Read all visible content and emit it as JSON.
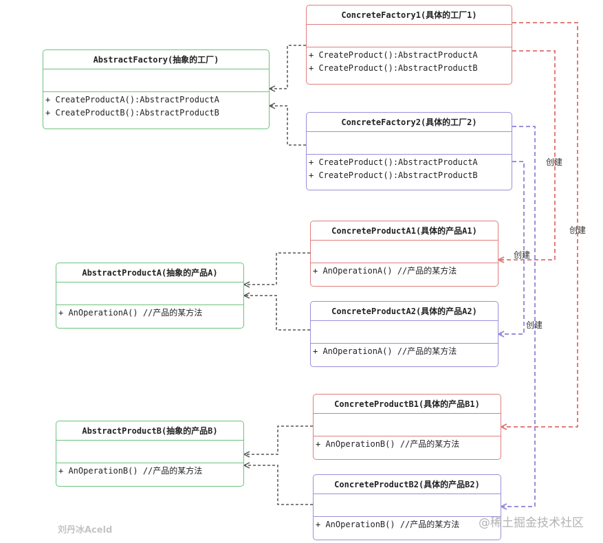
{
  "classes": {
    "abstract_factory": {
      "title": "AbstractFactory(抽象的工厂)",
      "ops": [
        "+ CreateProductA():AbstractProductA",
        "+ CreateProductB():AbstractProductB"
      ]
    },
    "concrete_factory1": {
      "title": "ConcreteFactory1(具体的工厂1)",
      "ops": [
        "+ CreateProduct():AbstractProductA",
        "+ CreateProduct():AbstractProductB"
      ]
    },
    "concrete_factory2": {
      "title": "ConcreteFactory2(具体的工厂2)",
      "ops": [
        "+ CreateProduct():AbstractProductA",
        "+ CreateProduct():AbstractProductB"
      ]
    },
    "abstract_product_a": {
      "title": "AbstractProductA(抽象的产品A)",
      "ops": [
        "+ AnOperationA() //产品的某方法"
      ]
    },
    "concrete_product_a1": {
      "title": "ConcreteProductA1(具体的产品A1)",
      "ops": [
        "+ AnOperationA() //产品的某方法"
      ]
    },
    "concrete_product_a2": {
      "title": "ConcreteProductA2(具体的产品A2)",
      "ops": [
        "+ AnOperationA() //产品的某方法"
      ]
    },
    "abstract_product_b": {
      "title": "AbstractProductB(抽象的产品B)",
      "ops": [
        "+ AnOperationB() //产品的某方法"
      ]
    },
    "concrete_product_b1": {
      "title": "ConcreteProductB1(具体的产品B1)",
      "ops": [
        "+ AnOperationB() //产品的某方法"
      ]
    },
    "concrete_product_b2": {
      "title": "ConcreteProductB2(具体的产品B2)",
      "ops": [
        "+ AnOperationB() //产品的某方法"
      ]
    }
  },
  "labels": {
    "create": "创建"
  },
  "watermarks": {
    "author": "刘丹冰Aceld",
    "site": "@稀土掘金技术社区"
  },
  "colors": {
    "abstract": "#6ac27c",
    "family1": "#e07c7c",
    "family2": "#9a8fd8",
    "inherit": "#555555"
  }
}
